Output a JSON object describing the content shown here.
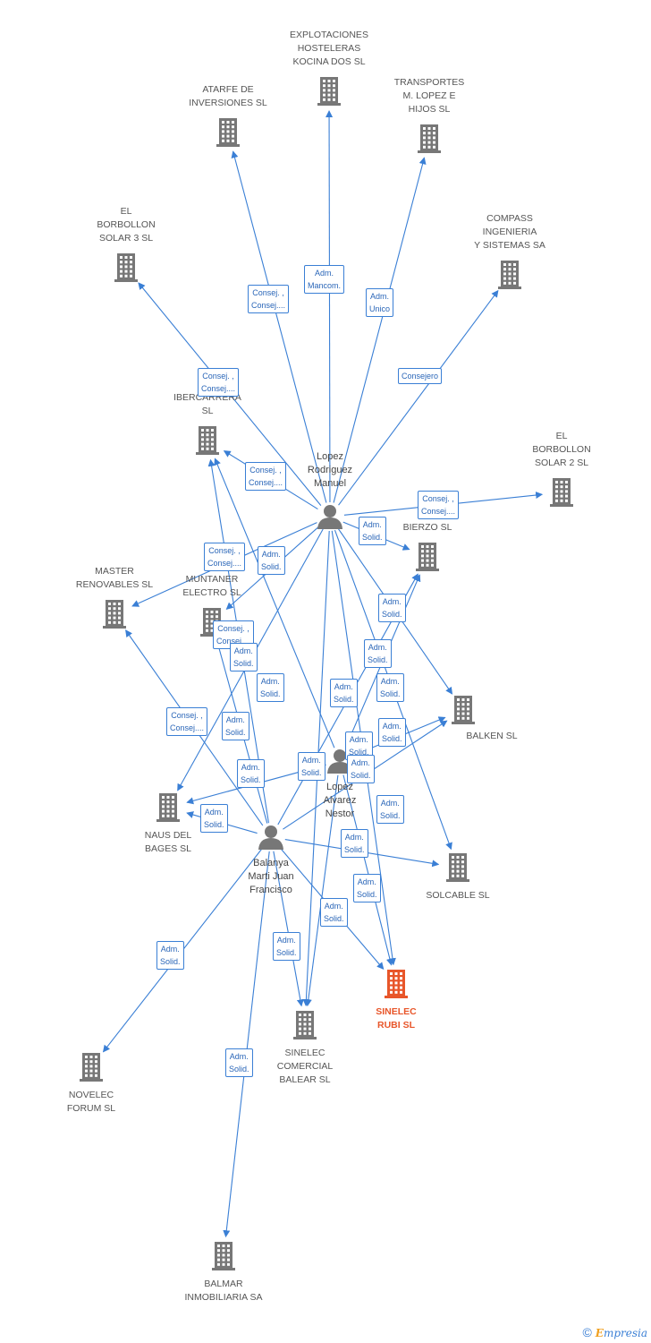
{
  "colors": {
    "edge": "#3a7fd5",
    "company": "#777777",
    "target": "#e8562a",
    "person": "#777777"
  },
  "nodes": [
    {
      "id": "explotaciones",
      "type": "company",
      "lines": [
        "EXPLOTACIONES",
        "HOSTELERAS",
        "KOCINA DOS SL"
      ]
    },
    {
      "id": "atarfe",
      "type": "company",
      "lines": [
        "ATARFE DE",
        "INVERSIONES SL"
      ]
    },
    {
      "id": "transportes",
      "type": "company",
      "lines": [
        "TRANSPORTES",
        "M. LOPEZ E",
        "HIJOS SL"
      ]
    },
    {
      "id": "borbollon3",
      "type": "company",
      "lines": [
        "EL",
        "BORBOLLON",
        "SOLAR 3 SL"
      ]
    },
    {
      "id": "compass",
      "type": "company",
      "lines": [
        "COMPASS",
        "INGENIERIA",
        "Y SISTEMAS SA"
      ]
    },
    {
      "id": "ibercarrera",
      "type": "company",
      "lines": [
        "CE",
        "IBERCARRERA",
        "SL"
      ]
    },
    {
      "id": "borbollon2",
      "type": "company",
      "lines": [
        "EL",
        "BORBOLLON",
        "SOLAR 2 SL"
      ]
    },
    {
      "id": "bierzo",
      "type": "company",
      "lines": [
        "NO",
        "BIERZO SL"
      ]
    },
    {
      "id": "master",
      "type": "company",
      "lines": [
        "MASTER",
        "RENOVABLES SL"
      ]
    },
    {
      "id": "muntaner",
      "type": "company",
      "lines": [
        "MUNTANER",
        "ELECTRO SL"
      ]
    },
    {
      "id": "balken",
      "type": "company",
      "lines": [
        "BALKEN SL"
      ]
    },
    {
      "id": "naus",
      "type": "company",
      "lines": [
        "NAUS DEL",
        "BAGES SL"
      ]
    },
    {
      "id": "solcable",
      "type": "company",
      "lines": [
        "SOLCABLE SL"
      ]
    },
    {
      "id": "sinelec_rubi",
      "type": "target",
      "lines": [
        "SINELEC",
        "RUBI SL"
      ]
    },
    {
      "id": "sinelec_balear",
      "type": "company",
      "lines": [
        "SINELEC",
        "COMERCIAL",
        "BALEAR SL"
      ]
    },
    {
      "id": "novelec",
      "type": "company",
      "lines": [
        "NOVELEC",
        "FORUM SL"
      ]
    },
    {
      "id": "balmar",
      "type": "company",
      "lines": [
        "BALMAR",
        "INMOBILIARIA SA"
      ]
    },
    {
      "id": "lopez",
      "type": "person",
      "lines": [
        "Lopez",
        "Rodriguez",
        "Manuel"
      ]
    },
    {
      "id": "alvarez",
      "type": "person",
      "lines": [
        "Lopez",
        "Alvarez",
        "Nestor"
      ]
    },
    {
      "id": "balanya",
      "type": "person",
      "lines": [
        "Balanya",
        "Marti Juan",
        "Francisco"
      ]
    }
  ],
  "edges": [
    {
      "from": "lopez",
      "to": "explotaciones",
      "label": "Adm.\nMancom."
    },
    {
      "from": "lopez",
      "to": "atarfe",
      "label": "Consej. ,\nConsej...."
    },
    {
      "from": "lopez",
      "to": "transportes",
      "label": "Adm.\nUnico"
    },
    {
      "from": "lopez",
      "to": "borbollon3",
      "label": "Consej. ,\nConsej...."
    },
    {
      "from": "lopez",
      "to": "compass",
      "label": "Consejero"
    },
    {
      "from": "lopez",
      "to": "ibercarrera",
      "label": "Consej. ,\nConsej...."
    },
    {
      "from": "lopez",
      "to": "borbollon2",
      "label": "Consej. ,\nConsej...."
    },
    {
      "from": "lopez",
      "to": "bierzo",
      "label": "Adm.\nSolid."
    },
    {
      "from": "lopez",
      "to": "master",
      "label": "Consej. ,\nConsej...."
    },
    {
      "from": "lopez",
      "to": "muntaner",
      "label": "Adm.\nSolid."
    },
    {
      "from": "lopez",
      "to": "balken",
      "label": "Adm.\nSolid."
    },
    {
      "from": "lopez",
      "to": "solcable",
      "label": "Adm.\nSolid."
    },
    {
      "from": "lopez",
      "to": "sinelec_rubi",
      "label": "Adm.\nSolid."
    },
    {
      "from": "lopez",
      "to": "sinelec_balear",
      "label": "Adm.\nSolid."
    },
    {
      "from": "lopez",
      "to": "naus",
      "label": "Adm.\nSolid."
    },
    {
      "from": "alvarez",
      "to": "bierzo",
      "label": "Adm.\nSolid."
    },
    {
      "from": "alvarez",
      "to": "balken",
      "label": "Adm.\nSolid."
    },
    {
      "from": "alvarez",
      "to": "ibercarrera",
      "label": "Adm.\nSolid."
    },
    {
      "from": "alvarez",
      "to": "naus",
      "label": "Adm.\nSolid."
    },
    {
      "from": "alvarez",
      "to": "sinelec_rubi",
      "label": "Adm.\nSolid."
    },
    {
      "from": "alvarez",
      "to": "sinelec_balear",
      "label": "Adm.\nSolid."
    },
    {
      "from": "balanya",
      "to": "master",
      "label": "Consej. ,\nConsej...."
    },
    {
      "from": "balanya",
      "to": "muntaner",
      "label": "Consej. ,\nConsej...."
    },
    {
      "from": "balanya",
      "to": "ibercarrera",
      "label": "Adm.\nSolid."
    },
    {
      "from": "balanya",
      "to": "naus",
      "label": "Adm.\nSolid."
    },
    {
      "from": "balanya",
      "to": "bierzo",
      "label": "Adm.\nSolid."
    },
    {
      "from": "balanya",
      "to": "balken",
      "label": "Adm.\nSolid."
    },
    {
      "from": "balanya",
      "to": "solcable",
      "label": "Adm.\nSolid."
    },
    {
      "from": "balanya",
      "to": "sinelec_rubi",
      "label": "Adm.\nSolid."
    },
    {
      "from": "balanya",
      "to": "sinelec_balear",
      "label": "Adm.\nSolid."
    },
    {
      "from": "balanya",
      "to": "novelec",
      "label": "Adm.\nSolid."
    },
    {
      "from": "balanya",
      "to": "balmar",
      "label": "Adm.\nSolid."
    }
  ],
  "footer": {
    "copyright": "©",
    "brand_e": "E",
    "brand_rest": "mpresia"
  }
}
